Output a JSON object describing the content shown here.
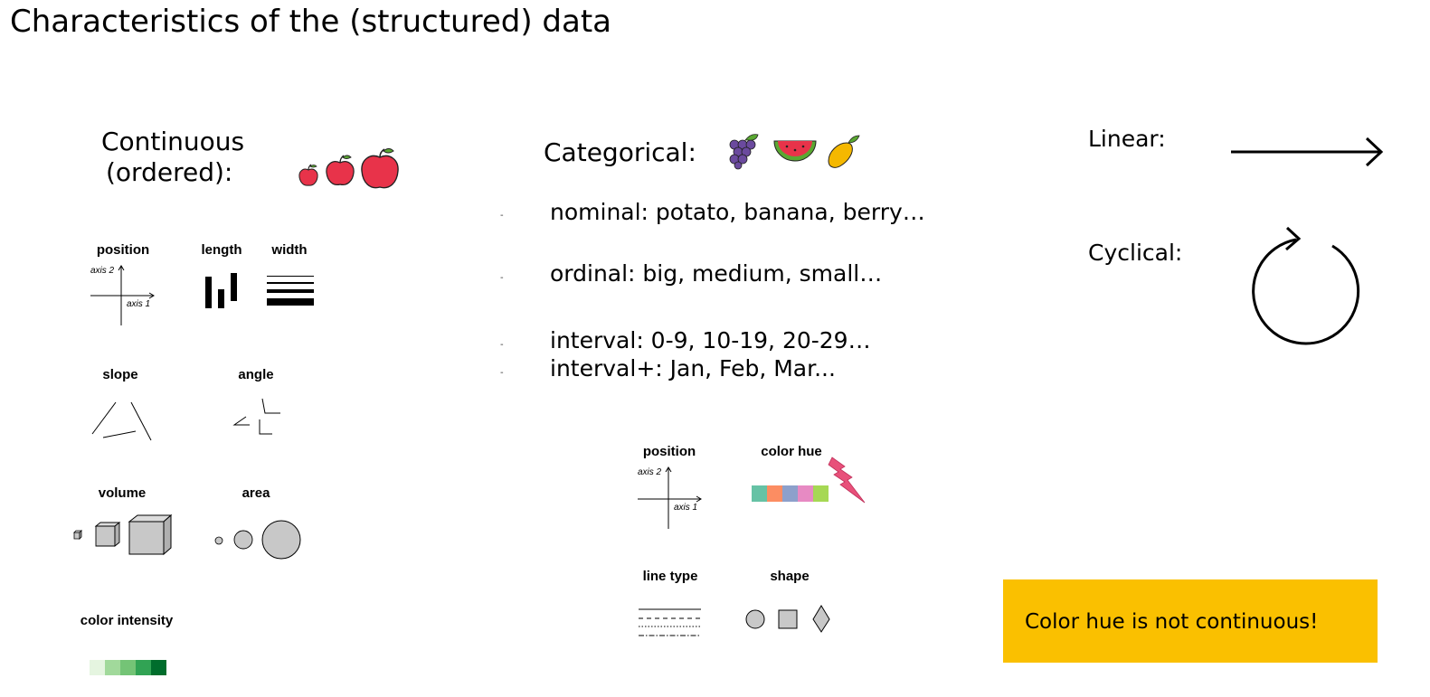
{
  "title": "Characteristics of the (structured) data",
  "continuous": {
    "heading_line1": "Continuous",
    "heading_line2": "(ordered):",
    "icon": "apple-icon",
    "labels": {
      "position": "position",
      "length": "length",
      "width": "width",
      "slope": "slope",
      "angle": "angle",
      "volume": "volume",
      "area": "area",
      "color_intensity": "color intensity",
      "axis1": "axis 1",
      "axis2": "axis 2"
    },
    "intensity_colors": [
      "#e5f5e0",
      "#a1d99b",
      "#74c476",
      "#31a354",
      "#006d2c"
    ]
  },
  "categorical": {
    "heading": "Categorical:",
    "icons": [
      "grapes-icon",
      "watermelon-icon",
      "mango-icon"
    ],
    "lines": [
      "nominal: potato, banana, berry…",
      "ordinal: big, medium, small…",
      "interval: 0-9, 10-19, 20-29…",
      "interval+: Jan, Feb, Mar..."
    ],
    "labels": {
      "position": "position",
      "color_hue": "color hue",
      "line_type": "line type",
      "shape": "shape",
      "axis1": "axis 1",
      "axis2": "axis 2"
    },
    "hue_colors": [
      "#66c2a5",
      "#fc8d62",
      "#8da0cb",
      "#e78ac3",
      "#a6d854"
    ],
    "lightning_color": "#e8507a"
  },
  "scales": {
    "linear": "Linear:",
    "cyclical": "Cyclical:"
  },
  "note": {
    "text": "Color hue is not continuous!",
    "color": "#fac000"
  }
}
